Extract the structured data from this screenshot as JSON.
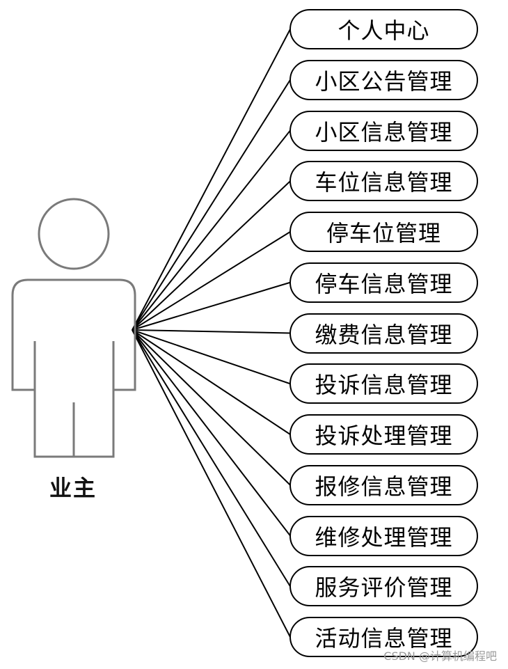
{
  "actor": {
    "label": "业主",
    "icon": "person-icon"
  },
  "use_cases": [
    "个人中心",
    "小区公告管理",
    "小区信息管理",
    "车位信息管理",
    "停车位管理",
    "停车信息管理",
    "缴费信息管理",
    "投诉信息管理",
    "投诉处理管理",
    "报修信息管理",
    "维修处理管理",
    "服务评价管理",
    "活动信息管理"
  ],
  "watermark": "CSDN @计算机编程吧",
  "colors": {
    "line": "#000000",
    "actor_outline": "#7a7a7a",
    "background": "#ffffff"
  }
}
